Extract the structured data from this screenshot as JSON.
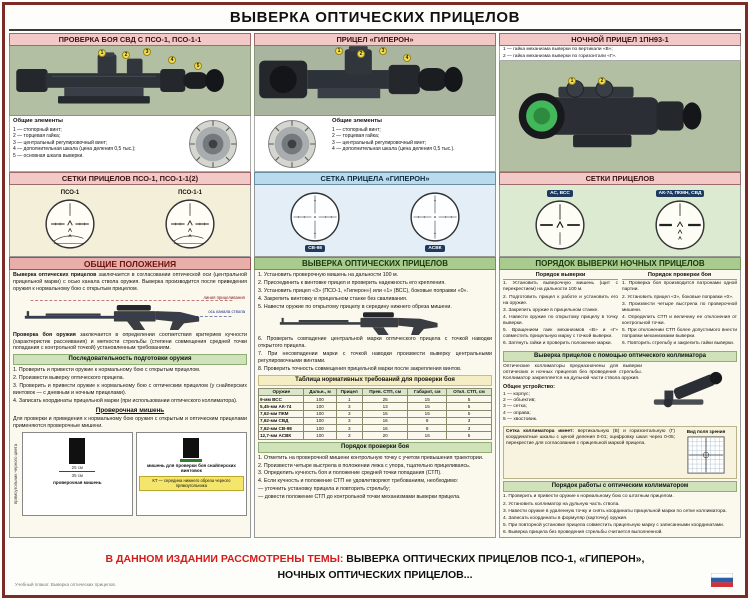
{
  "title": "ВЫВЕРКА ОПТИЧЕСКИХ ПРИЦЕЛОВ",
  "left": {
    "header": "ПРОВЕРКА БОЯ СВД С ПСО-1, ПСО-1-1",
    "callouts": [
      "1",
      "2",
      "3",
      "4",
      "5"
    ],
    "elements_title": "Общие элементы",
    "elements": [
      "1 — стопорный винт;",
      "2 — торцевая гайка;",
      "3 — центральный регулировочный винт;",
      "4 — дополнительная шкала (цена деления 0,5 тыс.);",
      "5 — основная шкала выверки."
    ],
    "reticles_header": "СЕТКИ ПРИЦЕЛОВ ПСО-1, ПСО-1-1(2)",
    "reticle_labels": [
      "ПСО-1",
      "ПСО-1-1"
    ],
    "general_header": "ОБЩИЕ ПОЛОЖЕНИЯ",
    "p1_lead": "Выверка оптических прицелов",
    "p1_text": " заключается в согласовании оптической оси (центральной прицельной марки) с осью канала ствола оружия. Выверка производится после приведения оружия к нормальному бою с открытым прицелом.",
    "diagram_labels": {
      "sight_line": "линия прицеливания",
      "bore_line": "ось канала ствола"
    },
    "p2_lead": "Проверка боя оружия",
    "p2_text": " заключается в определении соответствия критериев кучности (характеристик рассеивания) и меткости стрельбы (степени совмещения средней точки попадания с контрольной точкой) установленным требованиям.",
    "seq_header": "Последовательность подготовки оружия",
    "seq_items": [
      "1. Проверить и привести оружие к нормальному бою с открытым прицелом.",
      "2. Произвести выверку оптического прицела.",
      "3. Проверить и привести оружие к нормальному бою с оптическим прицелом (у снайперских винтовок — с дневным и ночным прицелами).",
      "4. Записать координаты прицельной марки (при использовании оптического коллиматора)."
    ],
    "target_header": "Проверочная мишень",
    "target_text": "Для проверки и приведения к нормальному бою оружия с открытым и оптическим прицелами применяются проверочные мишени.",
    "target_vlabel": "прямоугольник черного цвета",
    "target1_dim1": "25 см",
    "target1_dim2": "35 см",
    "target1_caption": "проверочная мишень",
    "target2_caption": "мишень для проверки боя снайперских винтовок",
    "target2_note": "КТ — середина нижнего обреза черного прямоугольника"
  },
  "middle": {
    "header": "ПРИЦЕЛ «ГИПЕРОН»",
    "callouts": [
      "1",
      "2",
      "3",
      "4"
    ],
    "elements_title": "Общие элементы",
    "elements": [
      "1 — стопорный винт;",
      "2 — торцевая гайка;",
      "3 — центральный регулировочный винт;",
      "4 — дополнительная шкала (цена деления 0,5 тыс.)."
    ],
    "reticle_header": "СЕТКА ПРИЦЕЛА «ГИПЕРОН»",
    "reticle_badges": [
      "СВ-98",
      "АСВК"
    ],
    "main_header": "ВЫВЕРКА ОПТИЧЕСКИХ ПРИЦЕЛОВ",
    "steps1": [
      "1. Установить проверочную мишень на дальности 100 м.",
      "2. Присоединить к винтовке прицел и проверить надежность его крепления.",
      "3. Установить прицел «3» (ПСО-1, «Гиперон») или «1» (ВСС), боковые поправки «0».",
      "4. Закрепить винтовку в прицельном станке без сваливания.",
      "5. Навести оружие по открытому прицелу в середину нижнего обреза мишени."
    ],
    "steps2": [
      "6. Проверить совпадение центральной марки оптического прицела с точкой наводки открытого прицела.",
      "7. При несовпадении марки с точкой наводки произвести выверку центральными регулировочными винтами.",
      "8. Проверить точность совмещения прицельной марки после закрепления винтов."
    ],
    "table_header": "Таблица нормативных требований для проверки боя",
    "table": {
      "headers": [
        "Оружие",
        "Дальн., м",
        "Прицел",
        "Прев. СТП, см",
        "Габарит, см",
        "Откл. СТП, см"
      ],
      "rows": [
        [
          "9-мм ВСС",
          "100",
          "1",
          "25",
          "15",
          "5"
        ],
        [
          "5,45-мм АК-74",
          "100",
          "3",
          "13",
          "15",
          "5"
        ],
        [
          "7,62-мм ПКМ",
          "100",
          "3",
          "15",
          "15",
          "5"
        ],
        [
          "7,62-мм СВД",
          "100",
          "3",
          "16",
          "8",
          "3"
        ],
        [
          "7,62-мм СВ-98",
          "100",
          "3",
          "16",
          "8",
          "3"
        ],
        [
          "12,7-мм АСВК",
          "100",
          "3",
          "20",
          "16",
          "5"
        ]
      ]
    },
    "order_header": "Порядок проверки боя",
    "order_items": [
      "1. Отметить на проверочной мишени контрольную точку с учетом превышения траектории.",
      "2. Произвести четыре выстрела в положении лежа с упора, тщательно прицеливаясь.",
      "3. Определить кучность боя и положение средней точки попадания (СТП).",
      "4. Если кучность и положение СТП не удовлетворяют требованиям, необходимо:",
      "— уточнить установку прицела и повторить стрельбу;",
      "— довести положение СТП до контрольной точки механизмами выверки прицела."
    ]
  },
  "right": {
    "header": "НОЧНОЙ ПРИЦЕЛ 1ПН93-1",
    "callouts": [
      "1",
      "2"
    ],
    "notes": [
      "1 — гайка механизма выверки по вертикали «В»;",
      "2 — гайка механизма выверки по горизонтали «Г»."
    ],
    "reticles_header": "СЕТКИ ПРИЦЕЛОВ",
    "reticle_badges": [
      "АС, ВСС",
      "АК-74, ПКМН, СВД"
    ],
    "main_header": "ПОРЯДОК ВЫВЕРКИ НОЧНЫХ ПРИЦЕЛОВ",
    "subcol1_header": "Порядок выверки",
    "subcol1_items": [
      "1. Установить выверочную мишень (щит с перекрестием) на дальности 100 м.",
      "2. Подготовить прицел к работе и установить его на оружие.",
      "3. Закрепить оружие в прицельном станке.",
      "4. Навести оружие по открытому прицелу в точку выверки.",
      "5. Вращением гаек механизмов «В» и «Г» совместить прицельную марку с точкой выверки.",
      "6. Затянуть гайки и проверить положение марки."
    ],
    "subcol2_header": "Порядок проверки боя",
    "subcol2_items": [
      "1. Проверка боя производится патронами одной партии.",
      "2. Установить прицел «3», боковые поправки «0».",
      "3. Произвести четыре выстрела по проверочной мишени.",
      "4. Определить СТП и величину ее отклонения от контрольной точки.",
      "5. При отклонении СТП более допустимого внести поправки механизмами выверки.",
      "6. Повторить стрельбу и закрепить гайки выверки."
    ],
    "collimator_header": "Выверка прицелов с помощью оптического коллиматора",
    "collimator_text": "Оптические коллиматоры предназначены для выверки оптических и ночных прицелов без проведения стрельбы. Коллиматор закрепляется на дульной части ствола оружия.",
    "device_title": "Общее устройство:",
    "device_items": [
      "1 — корпус;",
      "2 — объектив;",
      "3 — сетка;",
      "4 — оправа;",
      "5 — хвостовик."
    ],
    "fov_label": "Вид поля зрения",
    "grid_lead": "Сетка коллиматора имеет:",
    "grid_text": " вертикальную (В) и горизонтальную (Г) координатные шкалы с ценой деления 0-01; оцифровку шкал через 0-05; перекрестие для согласования с прицельной маркой прицела.",
    "work_header": "Порядок работы с оптическим коллиматором",
    "work_items": [
      "1. Проверить и привести оружие к нормальному бою со штатным прицелом.",
      "2. Установить коллиматор на дульную часть ствола.",
      "3. Навести оружие в удаленную точку и снять координаты прицельной марки по сетке коллиматора.",
      "4. Записать координаты в формуляр (карточку) оружия.",
      "5. При повторной установке прицела совместить прицельную марку с записанными координатами.",
      "6. Выверка прицела без проведения стрельбы считается выполненной."
    ]
  },
  "footer": {
    "lead": "В ДАННОМ ИЗДАНИИ РАССМОТРЕНЫ ТЕМЫ:",
    "line1": " ВЫВЕРКА ОПТИЧЕСКИХ ПРИЦЕЛОВ ПСО-1, «ГИПЕРОН»,",
    "line2": "НОЧНЫХ ОПТИЧЕСКИХ ПРИЦЕЛОВ...",
    "imprint": "Учебный плакат. Выверка оптических прицелов."
  }
}
